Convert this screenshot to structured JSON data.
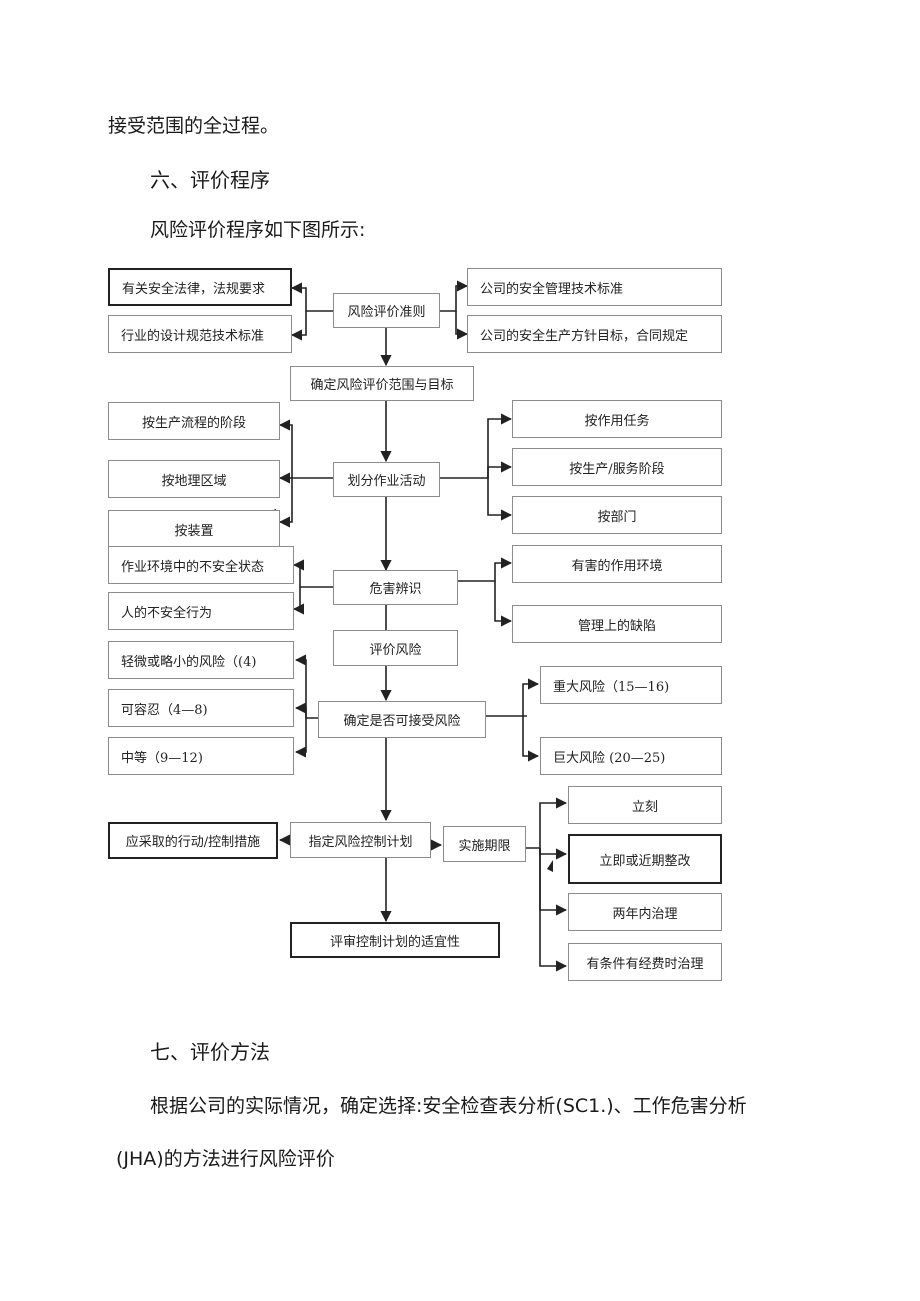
{
  "doc": {
    "intro_line": "接受范围的全过程。",
    "section6_heading": "六、评价程序",
    "section6_text": "风险评价程序如下图所示:",
    "section7_heading": "七、评价方法",
    "section7_text_line1": "根据公司的实际情况，确定选择:安全检查表分析(SC1.)、工作危害分析",
    "section7_text_line2": "(JHA)的方法进行风险评价"
  },
  "flow": {
    "laws": "有关安全法律，法规要求",
    "industry_std": "行业的设计规范技术标准",
    "criteria": "风险评价准则",
    "company_std": "公司的安全管理技术标准",
    "company_goal": "公司的安全生产方针目标，合同规定",
    "scope": "确定风险评价范围与目标",
    "by_process": "按生产流程的阶段",
    "by_region": "按地理区域",
    "by_device": "按装置",
    "divide": "划分作业活动",
    "by_task": "按作用任务",
    "by_service": "按生产/服务阶段",
    "by_dept": "按部门",
    "unsafe_env": "作业环境中的不安全状态",
    "unsafe_act": "人的不安全行为",
    "hazard_id": "危害辨识",
    "harmful_env": "有害的作用环境",
    "mgmt_defect": "管理上的缺陷",
    "evaluate": "评价风险",
    "minor": "轻微或略小的风险（(4)",
    "tolerable": "可容忍（4—8)",
    "medium": "中等（9—12)",
    "acceptable": "确定是否可接受风险",
    "major": "重大风险（15—16)",
    "huge": "巨大风险  (20—25)",
    "actions": "应采取的行动/控制措施",
    "control_plan": "指定风险控制计划",
    "deadline": "实施期限",
    "immediate": "立刻",
    "soon": "立即或近期整改",
    "two_years": "两年内治理",
    "when_funded": "有条件有经费时治理",
    "review": "评审控制计划的适宜性"
  }
}
